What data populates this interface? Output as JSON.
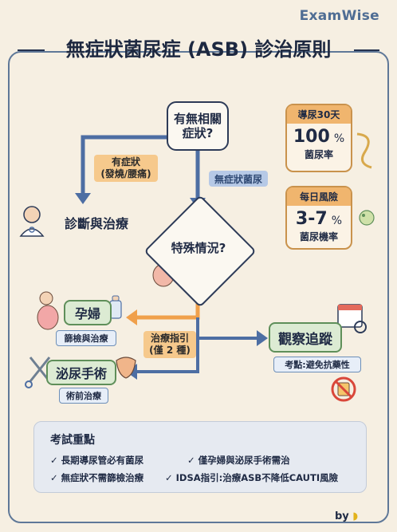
{
  "brand": "ExamWise",
  "title": "無症狀菌尿症 (ASB) 診治原則",
  "start_node": {
    "line1": "有無相關",
    "line2": "症狀?"
  },
  "symptom_label": {
    "line1": "有症狀",
    "line2": "(發燒/腰痛)"
  },
  "asymptomatic_label": "無症狀菌尿",
  "diagnose_box": "診斷與治療",
  "special_node": "特殊情況?",
  "pregnant": {
    "title": "孕婦",
    "tag": "篩檢與治療"
  },
  "urologic": {
    "title": "泌尿手術",
    "tag": "術前治療"
  },
  "guideline_label": {
    "line1": "治療指引",
    "line2": "(僅 2 種)"
  },
  "observe": {
    "title": "觀察追蹤",
    "tag": "考點:避免抗藥性"
  },
  "stat_catheter": {
    "header": "導尿30天",
    "value": "100",
    "unit": "%",
    "label": "菌尿率"
  },
  "stat_daily": {
    "header": "每日風險",
    "value": "3-7",
    "unit": "%",
    "label": "菌尿機率"
  },
  "exam_points": {
    "title": "考試重點",
    "items": [
      "✓ 長期導尿管必有菌尿",
      "✓ 僅孕婦與泌尿手術需治",
      "✓ 無症狀不需篩檢治療",
      "✓ IDSA指引:治療ASB不降低CAUTI風險"
    ]
  },
  "footer": "by",
  "colors": {
    "navy": "#25324f",
    "orange": "#f0a04b",
    "blue": "#4d6ea3",
    "green": "#5f8f5a"
  }
}
